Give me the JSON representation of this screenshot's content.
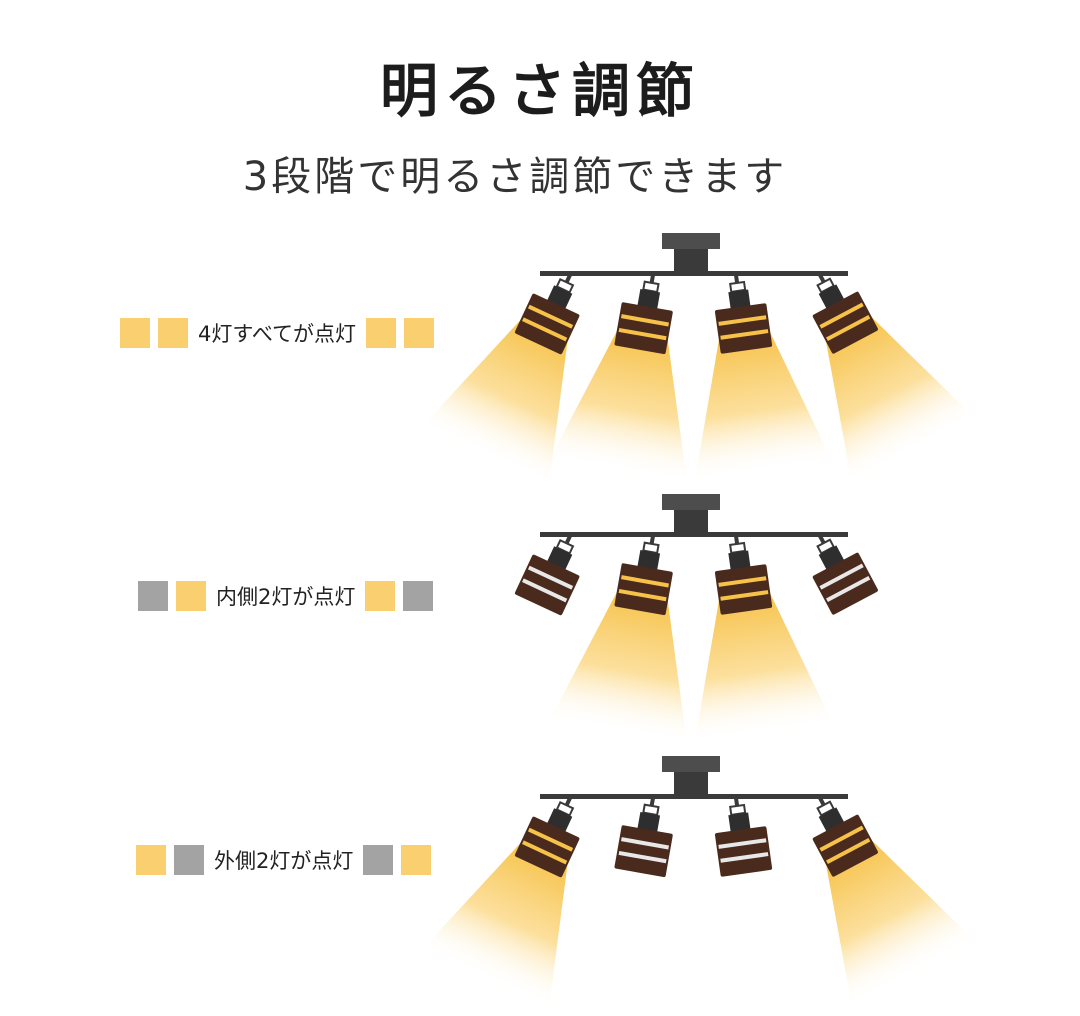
{
  "title": "明るさ調節",
  "subtitle": "3段階で明るさ調節できます",
  "colors": {
    "on": "#f9cf6f",
    "off": "#a3a3a3",
    "shade": "#4a2a1c",
    "metal": "#3a3a3a"
  },
  "modes": [
    {
      "label": "4灯すべてが点灯",
      "indicators": [
        "on",
        "on",
        "on",
        "on"
      ],
      "lamps": [
        true,
        true,
        true,
        true
      ]
    },
    {
      "label": "内側2灯が点灯",
      "indicators": [
        "off",
        "on",
        "on",
        "off"
      ],
      "lamps": [
        false,
        true,
        true,
        false
      ]
    },
    {
      "label": "外側2灯が点灯",
      "indicators": [
        "on",
        "off",
        "off",
        "on"
      ],
      "lamps": [
        true,
        false,
        false,
        true
      ]
    }
  ]
}
